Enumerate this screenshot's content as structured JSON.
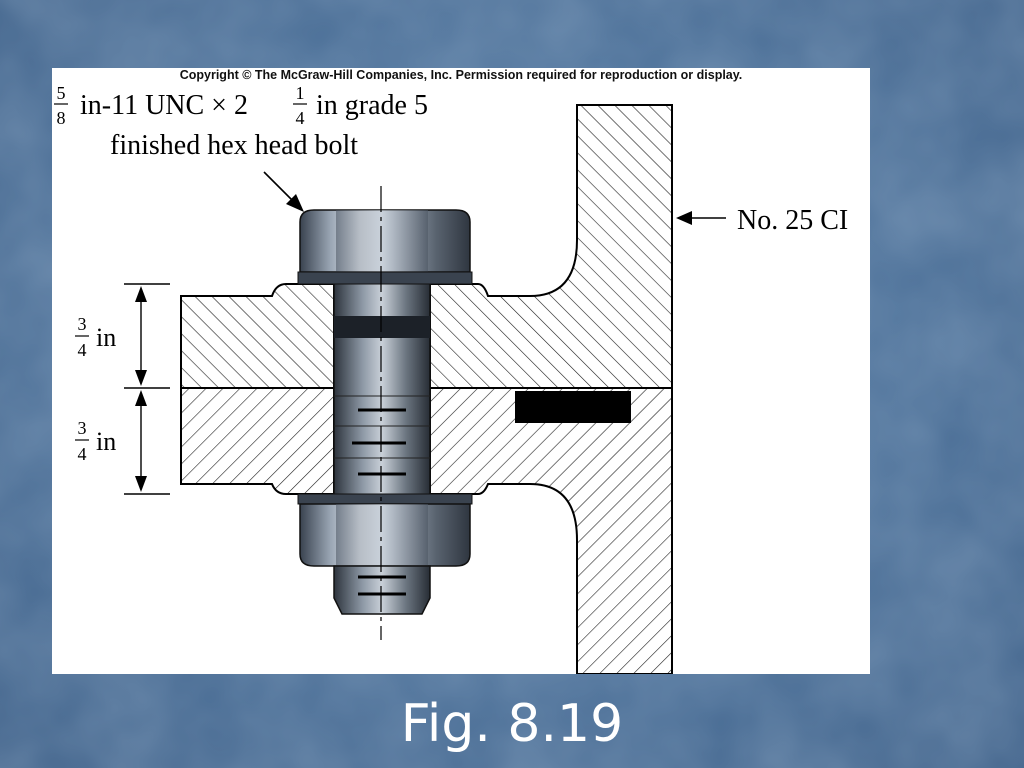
{
  "slide": {
    "copyright": "Copyright © The McGraw-Hill Companies, Inc. Permission required for reproduction or display.",
    "caption": "Fig. 8.19",
    "background_color": "#4d7199"
  },
  "diagram": {
    "bolt_label": {
      "fraction_1_num": "5",
      "fraction_1_den": "8",
      "line1_mid": "in-11 UNC × 2",
      "fraction_2_num": "1",
      "fraction_2_den": "4",
      "line1_end": "in grade 5",
      "line2": "finished hex head bolt"
    },
    "material_label": "No. 25 CI",
    "dim_top": {
      "num": "3",
      "den": "4",
      "unit": "in"
    },
    "dim_bottom": {
      "num": "3",
      "den": "4",
      "unit": "in"
    }
  }
}
